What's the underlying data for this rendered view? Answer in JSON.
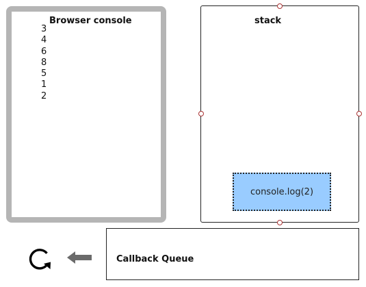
{
  "console": {
    "title": "Browser console",
    "lines": [
      "3",
      "4",
      "6",
      "8",
      "5",
      "1",
      "2"
    ]
  },
  "stack": {
    "title": "stack",
    "frames": [
      "console.log(2)"
    ]
  },
  "queue": {
    "label": "Callback Queue"
  },
  "icons": {
    "loop": "refresh-loop-icon",
    "arrow": "arrow-left-icon"
  },
  "colors": {
    "console_border": "#b5b5b5",
    "frame_fill": "#99ccff",
    "arrow": "#6b6b6b"
  }
}
